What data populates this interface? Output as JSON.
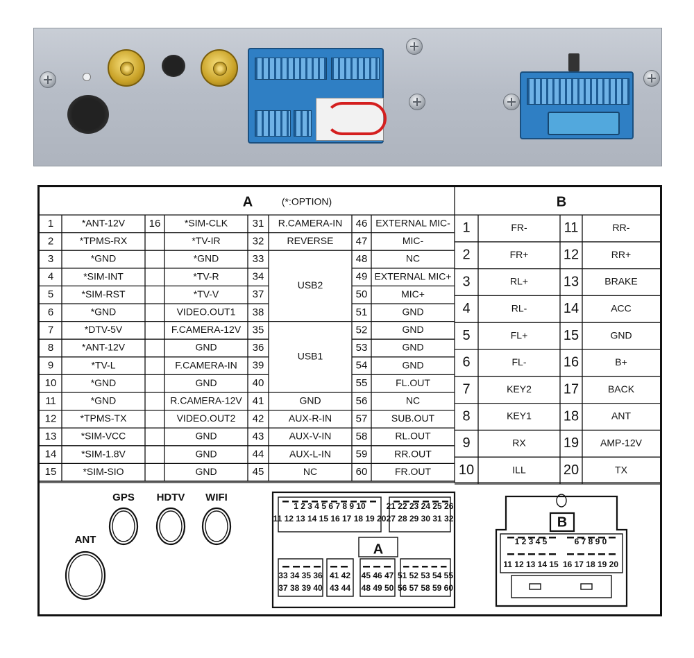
{
  "section_a": {
    "title": "A",
    "note": "(*:OPTION)",
    "col1": [
      {
        "pin": "1",
        "label": "*ANT-12V"
      },
      {
        "pin": "2",
        "label": "*TPMS-RX"
      },
      {
        "pin": "3",
        "label": "*GND"
      },
      {
        "pin": "4",
        "label": "*SIM-INT"
      },
      {
        "pin": "5",
        "label": "*SIM-RST"
      },
      {
        "pin": "6",
        "label": "*GND"
      },
      {
        "pin": "7",
        "label": "*DTV-5V"
      },
      {
        "pin": "8",
        "label": "*ANT-12V"
      },
      {
        "pin": "9",
        "label": "*TV-L"
      },
      {
        "pin": "10",
        "label": "*GND"
      },
      {
        "pin": "11",
        "label": "*GND"
      },
      {
        "pin": "12",
        "label": "*TPMS-TX"
      },
      {
        "pin": "13",
        "label": "*SIM-VCC"
      },
      {
        "pin": "14",
        "label": "*SIM-1.8V"
      },
      {
        "pin": "15",
        "label": "*SIM-SIO"
      }
    ],
    "col2": [
      {
        "pin": "16",
        "label": "*SIM-CLK"
      },
      {
        "pin": "",
        "label": "*TV-IR"
      },
      {
        "pin": "",
        "label": "*GND"
      },
      {
        "pin": "",
        "label": "*TV-R"
      },
      {
        "pin": "",
        "label": "*TV-V"
      },
      {
        "pin": "",
        "label": "VIDEO.OUT1"
      },
      {
        "pin": "",
        "label": "F.CAMERA-12V"
      },
      {
        "pin": "",
        "label": "GND"
      },
      {
        "pin": "",
        "label": "F.CAMERA-IN"
      },
      {
        "pin": "",
        "label": "GND"
      },
      {
        "pin": "",
        "label": "R.CAMERA-12V"
      },
      {
        "pin": "",
        "label": "VIDEO.OUT2"
      },
      {
        "pin": "",
        "label": "GND"
      },
      {
        "pin": "",
        "label": "GND"
      },
      {
        "pin": "",
        "label": "GND"
      }
    ],
    "col3": [
      {
        "pin": "31",
        "label": "R.CAMERA-IN"
      },
      {
        "pin": "32",
        "label": "REVERSE"
      },
      {
        "pin": "33",
        "label": ""
      },
      {
        "pin": "34",
        "label": ""
      },
      {
        "pin": "37",
        "label": ""
      },
      {
        "pin": "38",
        "label": ""
      },
      {
        "pin": "35",
        "label": ""
      },
      {
        "pin": "36",
        "label": ""
      },
      {
        "pin": "39",
        "label": ""
      },
      {
        "pin": "40",
        "label": ""
      },
      {
        "pin": "41",
        "label": "GND"
      },
      {
        "pin": "42",
        "label": "AUX-R-IN"
      },
      {
        "pin": "43",
        "label": "AUX-V-IN"
      },
      {
        "pin": "44",
        "label": "AUX-L-IN"
      },
      {
        "pin": "45",
        "label": "NC"
      }
    ],
    "usb2": "USB2",
    "usb1": "USB1",
    "col4": [
      {
        "pin": "46",
        "label": "EXTERNAL MIC-"
      },
      {
        "pin": "47",
        "label": "MIC-"
      },
      {
        "pin": "48",
        "label": "NC"
      },
      {
        "pin": "49",
        "label": "EXTERNAL MIC+"
      },
      {
        "pin": "50",
        "label": "MIC+"
      },
      {
        "pin": "51",
        "label": "GND"
      },
      {
        "pin": "52",
        "label": "GND"
      },
      {
        "pin": "53",
        "label": "GND"
      },
      {
        "pin": "54",
        "label": "GND"
      },
      {
        "pin": "55",
        "label": "FL.OUT"
      },
      {
        "pin": "56",
        "label": "NC"
      },
      {
        "pin": "57",
        "label": "SUB.OUT"
      },
      {
        "pin": "58",
        "label": "RL.OUT"
      },
      {
        "pin": "59",
        "label": "RR.OUT"
      },
      {
        "pin": "60",
        "label": "FR.OUT"
      }
    ]
  },
  "section_b": {
    "title": "B",
    "col1": [
      {
        "pin": "1",
        "label": "FR-"
      },
      {
        "pin": "2",
        "label": "FR+"
      },
      {
        "pin": "3",
        "label": "RL+"
      },
      {
        "pin": "4",
        "label": "RL-"
      },
      {
        "pin": "5",
        "label": "FL+"
      },
      {
        "pin": "6",
        "label": "FL-"
      },
      {
        "pin": "7",
        "label": "KEY2"
      },
      {
        "pin": "8",
        "label": "KEY1"
      },
      {
        "pin": "9",
        "label": "RX"
      },
      {
        "pin": "10",
        "label": "ILL"
      }
    ],
    "col2": [
      {
        "pin": "11",
        "label": "RR-"
      },
      {
        "pin": "12",
        "label": "RR+"
      },
      {
        "pin": "13",
        "label": "BRAKE"
      },
      {
        "pin": "14",
        "label": "ACC"
      },
      {
        "pin": "15",
        "label": "GND"
      },
      {
        "pin": "16",
        "label": "B+"
      },
      {
        "pin": "17",
        "label": "BACK"
      },
      {
        "pin": "18",
        "label": "ANT"
      },
      {
        "pin": "19",
        "label": "AMP-12V"
      },
      {
        "pin": "20",
        "label": "TX"
      }
    ]
  },
  "antenna_labels": {
    "gps": "GPS",
    "hdtv": "HDTV",
    "wifi": "WIFI",
    "ant": "ANT"
  },
  "connector_a": {
    "label": "A",
    "top_left_row1": "1 2 3 4 5 6 7 8 9 10",
    "top_left_row2": "11 12 13 14 15 16 17 18 19 20",
    "top_right_row1": "21 22 23 24 25 26",
    "top_right_row2": "27 28 29 30 31 32",
    "bot1_row1": "33 34 35 36",
    "bot1_row2": "37 38 39 40",
    "bot2_row1": "41 42",
    "bot2_row2": "43 44",
    "bot3_row1": "45 46 47",
    "bot3_row2": "48 49 50",
    "bot4_row1": "51 52 53 54 55",
    "bot4_row2": "56 57 58 59 60"
  },
  "connector_b": {
    "label": "B",
    "row1_left": "1 2 3 4 5",
    "row1_right": "6 7 8 9 0",
    "row2_left": "11 12 13 14 15",
    "row2_right": "16 17 18 19 20"
  },
  "colors": {
    "connector_blue": "#2f7fc4",
    "panel_silver": "#b7bdc7",
    "line": "#111111"
  }
}
